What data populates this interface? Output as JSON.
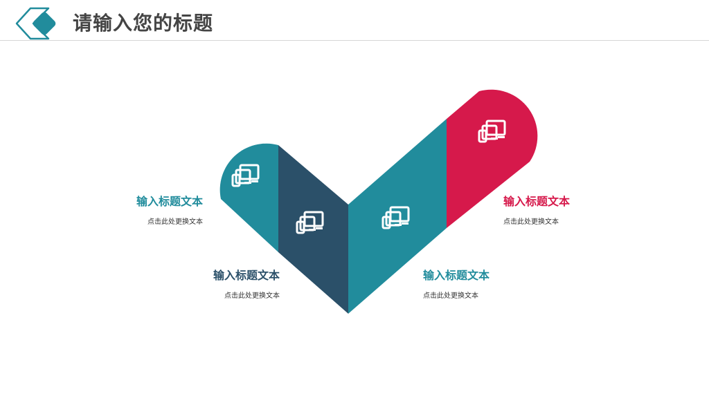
{
  "header": {
    "title": "请输入您的标题"
  },
  "colors": {
    "teal": "#218C9C",
    "navy": "#2B5069",
    "crimson": "#D6194B",
    "title": "#444444"
  },
  "items": [
    {
      "title": "输入标题文本",
      "desc": "点击此处更换文本",
      "color": "#218C9C",
      "icon": "devices-icon"
    },
    {
      "title": "输入标题文本",
      "desc": "点击此处更换文本",
      "color": "#2B5069",
      "icon": "devices-icon"
    },
    {
      "title": "输入标题文本",
      "desc": "点击此处更换文本",
      "color": "#218C9C",
      "icon": "devices-icon"
    },
    {
      "title": "输入标题文本",
      "desc": "点击此处更换文本",
      "color": "#D6194B",
      "icon": "devices-icon"
    }
  ]
}
